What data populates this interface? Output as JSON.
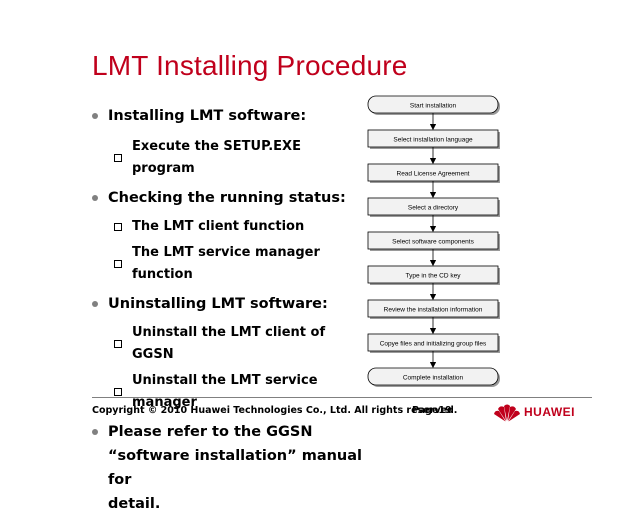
{
  "title": "LMT Installing Procedure",
  "bullets": [
    {
      "text": "Installing LMT software:",
      "sub": [
        "Execute the SETUP.EXE program"
      ]
    },
    {
      "text": "Checking the running status:",
      "sub": [
        "The LMT client function",
        "The LMT service manager function"
      ]
    },
    {
      "text": "Uninstalling LMT software:",
      "sub": [
        "Uninstall the LMT client of GGSN",
        "Uninstall the LMT service manager"
      ]
    },
    {
      "text_lines": [
        "Please refer to the GGSN",
        "“software installation” manual for",
        "detail."
      ]
    }
  ],
  "flowchart": {
    "steps": [
      "Start installation",
      "Select installation language",
      "Read License Agreement",
      "Select a directory",
      "Select software components",
      "Type in the CD key",
      "Review the installation information",
      "Copye files and initializing group files",
      "Complete installation"
    ]
  },
  "footer": {
    "copyright": "Copyright © 2010 Huawei Technologies Co., Ltd. All rights reserved.",
    "page": "Page19",
    "brand": "HUAWEI"
  },
  "colors": {
    "title": "#c0001c",
    "brand": "#c0001c"
  }
}
